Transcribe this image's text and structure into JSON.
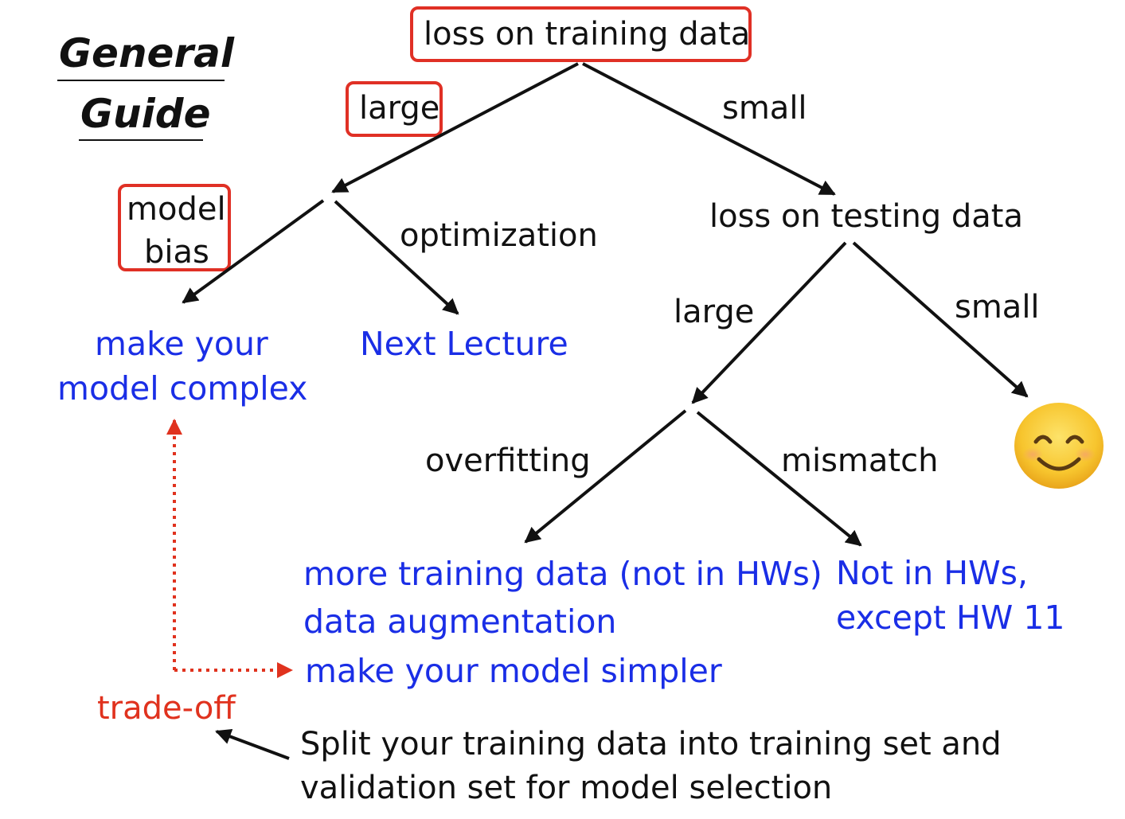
{
  "title": {
    "line1": "General",
    "line2": "Guide"
  },
  "nodes": {
    "root": "loss on training data",
    "train_large": "large",
    "train_small": "small",
    "model_bias_line1": "model",
    "model_bias_line2": "bias",
    "optimization": "optimization",
    "make_complex_line1": "make your",
    "make_complex_line2": "model complex",
    "next_lecture": "Next Lecture",
    "test_loss": "loss on testing data",
    "test_large": "large",
    "test_small": "small",
    "overfitting": "overfitting",
    "mismatch": "mismatch",
    "more_data": "more training data (not in HWs)",
    "augmentation": "data augmentation",
    "simpler": "make your model simpler",
    "not_in_hw_line1": "Not in HWs,",
    "not_in_hw_line2": "except HW 11",
    "tradeoff": "trade-off",
    "split_line1": "Split your training data into training set and",
    "split_line2": "validation set for model selection"
  },
  "emoji": {
    "icon": "smiling-face-icon",
    "glyph": "😊"
  },
  "colors": {
    "highlight_box": "#e03025",
    "blue_text": "#1a2ee6",
    "red_text": "#e0321e",
    "arrow": "#111111"
  }
}
